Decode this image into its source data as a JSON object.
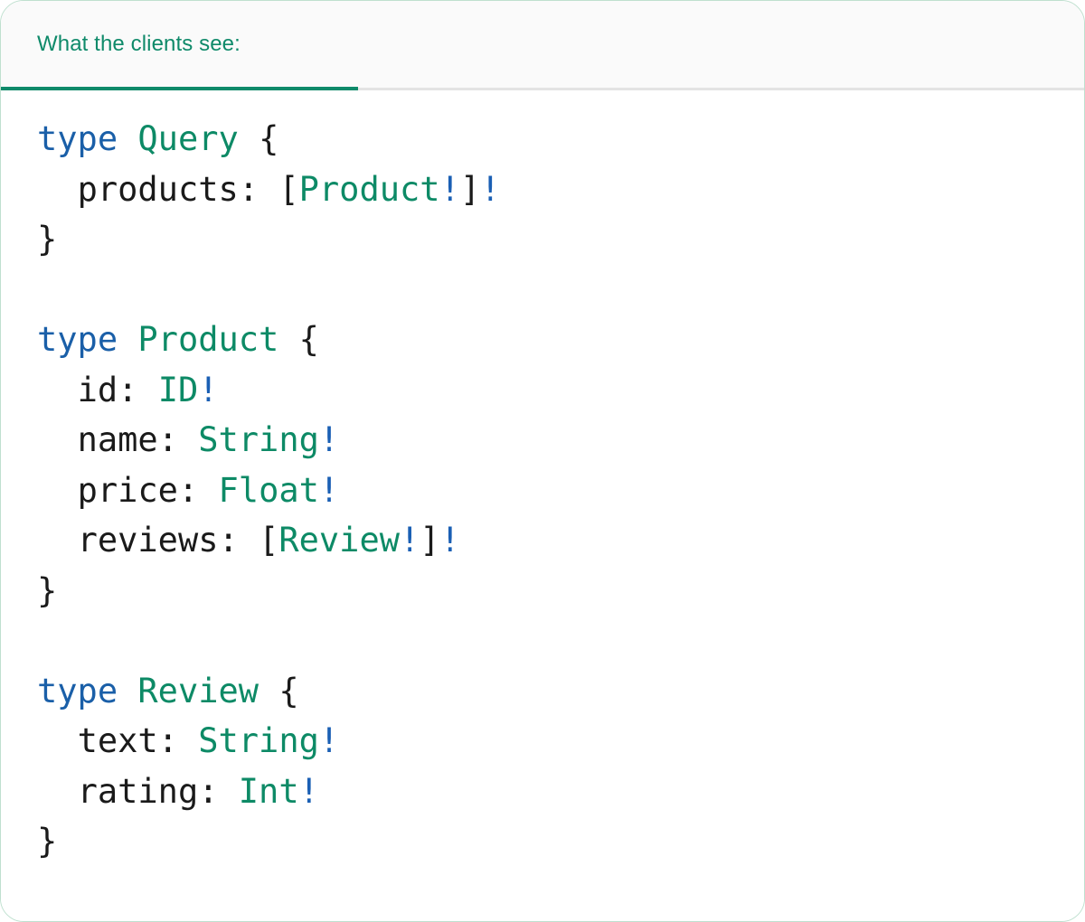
{
  "card": {
    "border_color": "#bfe0cf",
    "background": "#ffffff"
  },
  "header": {
    "background": "#fafafa",
    "divider_color": "#e3e3e3",
    "tabs": [
      {
        "label": "What the clients see:",
        "active": true,
        "color": "#0f8a6a",
        "underline_color": "#0f8a6a"
      }
    ]
  },
  "palette": {
    "keyword": "#1a5fa8",
    "type_name": "#0d8a66",
    "punctuation": "#1a1a1a",
    "field_name": "#1a1a1a",
    "bang": "#1a5fb4",
    "accent_teal": "#0f8a6a"
  },
  "code": {
    "language": "graphql",
    "lines": [
      {
        "id": "line-1",
        "tokens": [
          {
            "t": "type",
            "c": "kw"
          },
          {
            "t": " ",
            "c": "plain"
          },
          {
            "t": "Query",
            "c": "type"
          },
          {
            "t": " ",
            "c": "plain"
          },
          {
            "t": "{",
            "c": "punct"
          }
        ]
      },
      {
        "id": "line-2",
        "tokens": [
          {
            "t": "  ",
            "c": "plain"
          },
          {
            "t": "products",
            "c": "field"
          },
          {
            "t": ": ",
            "c": "punct"
          },
          {
            "t": "[",
            "c": "punct"
          },
          {
            "t": "Product",
            "c": "type"
          },
          {
            "t": "!",
            "c": "bang"
          },
          {
            "t": "]",
            "c": "punct"
          },
          {
            "t": "!",
            "c": "bang"
          }
        ]
      },
      {
        "id": "line-3",
        "tokens": [
          {
            "t": "}",
            "c": "punct"
          }
        ]
      },
      {
        "id": "line-4",
        "tokens": [
          {
            "t": "",
            "c": "plain"
          }
        ]
      },
      {
        "id": "line-5",
        "tokens": [
          {
            "t": "type",
            "c": "kw"
          },
          {
            "t": " ",
            "c": "plain"
          },
          {
            "t": "Product",
            "c": "type"
          },
          {
            "t": " ",
            "c": "plain"
          },
          {
            "t": "{",
            "c": "punct"
          }
        ]
      },
      {
        "id": "line-6",
        "tokens": [
          {
            "t": "  ",
            "c": "plain"
          },
          {
            "t": "id",
            "c": "field"
          },
          {
            "t": ": ",
            "c": "punct"
          },
          {
            "t": "ID",
            "c": "type"
          },
          {
            "t": "!",
            "c": "bang"
          }
        ]
      },
      {
        "id": "line-7",
        "tokens": [
          {
            "t": "  ",
            "c": "plain"
          },
          {
            "t": "name",
            "c": "field"
          },
          {
            "t": ": ",
            "c": "punct"
          },
          {
            "t": "String",
            "c": "type"
          },
          {
            "t": "!",
            "c": "bang"
          }
        ]
      },
      {
        "id": "line-8",
        "tokens": [
          {
            "t": "  ",
            "c": "plain"
          },
          {
            "t": "price",
            "c": "field"
          },
          {
            "t": ": ",
            "c": "punct"
          },
          {
            "t": "Float",
            "c": "type"
          },
          {
            "t": "!",
            "c": "bang"
          }
        ]
      },
      {
        "id": "line-9",
        "tokens": [
          {
            "t": "  ",
            "c": "plain"
          },
          {
            "t": "reviews",
            "c": "field"
          },
          {
            "t": ": ",
            "c": "punct"
          },
          {
            "t": "[",
            "c": "punct"
          },
          {
            "t": "Review",
            "c": "type"
          },
          {
            "t": "!",
            "c": "bang"
          },
          {
            "t": "]",
            "c": "punct"
          },
          {
            "t": "!",
            "c": "bang"
          }
        ]
      },
      {
        "id": "line-10",
        "tokens": [
          {
            "t": "}",
            "c": "punct"
          }
        ]
      },
      {
        "id": "line-11",
        "tokens": [
          {
            "t": "",
            "c": "plain"
          }
        ]
      },
      {
        "id": "line-12",
        "tokens": [
          {
            "t": "type",
            "c": "kw"
          },
          {
            "t": " ",
            "c": "plain"
          },
          {
            "t": "Review",
            "c": "type"
          },
          {
            "t": " ",
            "c": "plain"
          },
          {
            "t": "{",
            "c": "punct"
          }
        ]
      },
      {
        "id": "line-13",
        "tokens": [
          {
            "t": "  ",
            "c": "plain"
          },
          {
            "t": "text",
            "c": "field"
          },
          {
            "t": ": ",
            "c": "punct"
          },
          {
            "t": "String",
            "c": "type"
          },
          {
            "t": "!",
            "c": "bang"
          }
        ]
      },
      {
        "id": "line-14",
        "tokens": [
          {
            "t": "  ",
            "c": "plain"
          },
          {
            "t": "rating",
            "c": "field"
          },
          {
            "t": ": ",
            "c": "punct"
          },
          {
            "t": "Int",
            "c": "type"
          },
          {
            "t": "!",
            "c": "bang"
          }
        ]
      },
      {
        "id": "line-15",
        "tokens": [
          {
            "t": "}",
            "c": "punct"
          }
        ]
      }
    ]
  }
}
